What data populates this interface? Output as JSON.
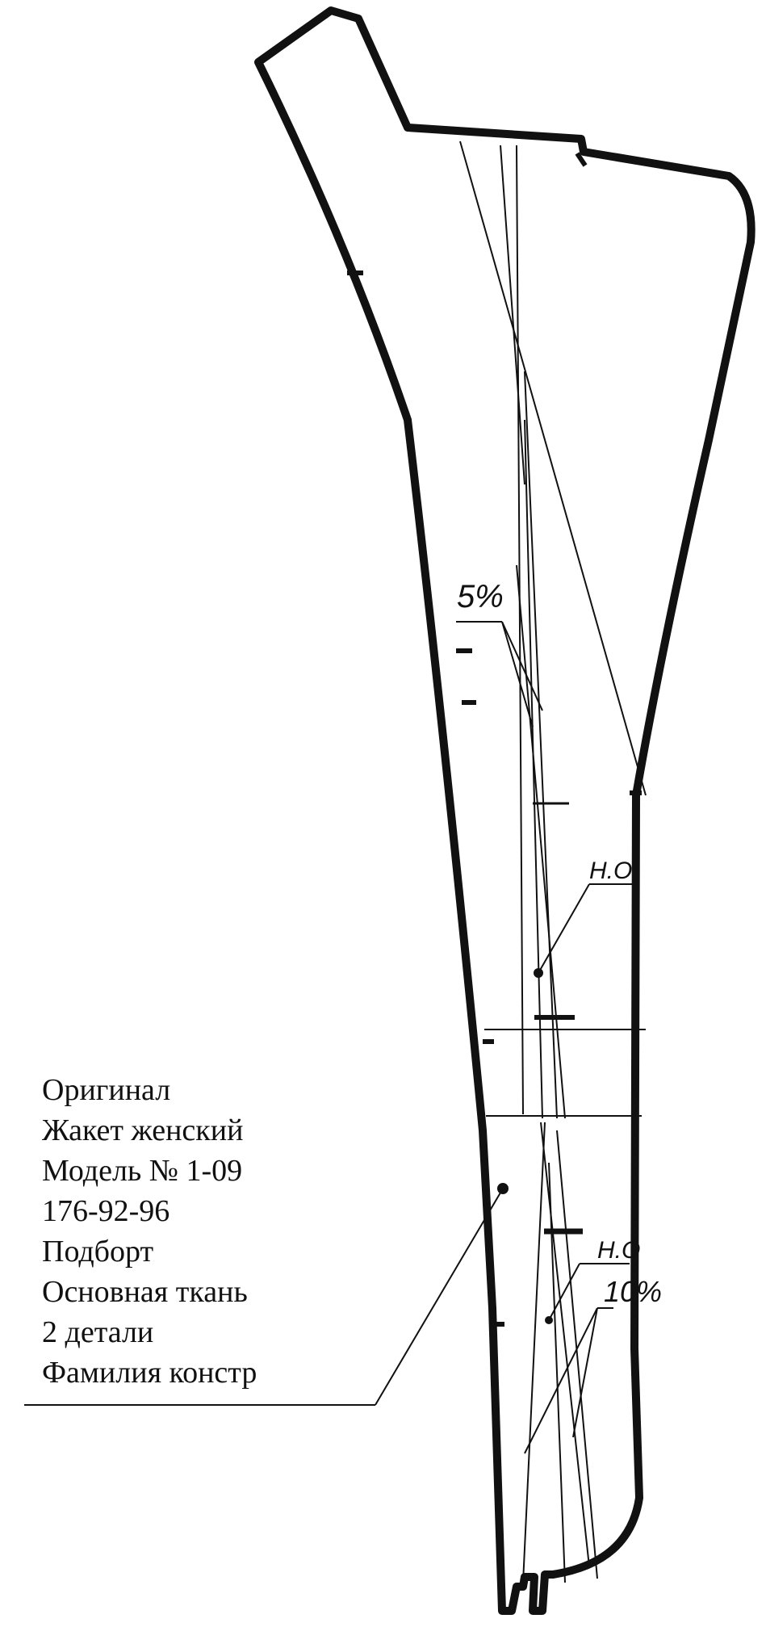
{
  "pattern_piece": {
    "labels": [
      "Оригинал",
      "Жакет женский",
      "Модель № 1-09",
      "176-92-96",
      "Подборт",
      "Основная ткань",
      "2 детали",
      "Фамилия констр"
    ],
    "annotations": {
      "stretch_top": "5%",
      "stretch_bottom": "10%",
      "grain_mark_top": "Н.О",
      "grain_mark_bottom": "Н.О"
    },
    "colors": {
      "outline": "#111111",
      "paper": "#ffffff"
    }
  }
}
